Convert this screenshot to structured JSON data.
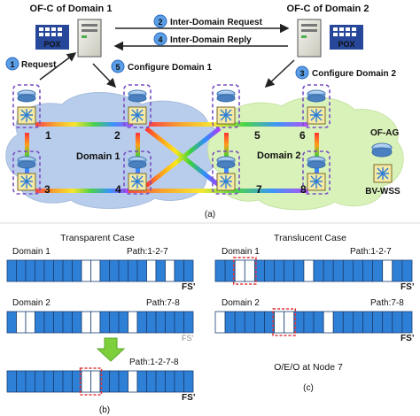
{
  "top": {
    "ofc_domain1": "OF-C of Domain 1",
    "ofc_domain2": "OF-C of Domain 2",
    "pox_logo": "POX",
    "steps": [
      {
        "num": "1",
        "label": "Request"
      },
      {
        "num": "2",
        "label": "Inter-Domain Request"
      },
      {
        "num": "3",
        "label": "Configure Domain 2"
      },
      {
        "num": "4",
        "label": "Inter-Domain Reply"
      },
      {
        "num": "5",
        "label": "Configure Domain 1"
      }
    ],
    "domain1_label": "Domain 1",
    "domain2_label": "Domain 2",
    "nodes": [
      "1",
      "2",
      "3",
      "4",
      "5",
      "6",
      "7",
      "8"
    ],
    "legend_ofag": "OF-AG",
    "legend_bvwss": "BV-WSS",
    "caption_a": "(a)"
  },
  "transparent": {
    "title": "Transparent Case",
    "domain1": "Domain 1",
    "path1": "Path:1-2-7",
    "fs1": "FS’",
    "domain2": "Domain 2",
    "path2": "Path:7-8",
    "fs2": "FS’",
    "path3": "Path:1-2-7-8",
    "fs3": "FS’",
    "caption": "(b)"
  },
  "translucent": {
    "title": "Translucent Case",
    "domain1": "Domain 1",
    "path1": "Path:1-2-7",
    "fs1": "FS’",
    "domain2": "Domain 2",
    "path2": "Path:7-8",
    "fs2": "FS’",
    "oeo": "O/E/O at Node 7",
    "caption": "(c)"
  },
  "colors": {
    "slot_blue": "#2e7fd6",
    "slot_border": "#1a3f73",
    "step_circle": "#5b9ee6",
    "cloud_domain1": "#b8cdeb",
    "cloud_domain2": "#d9f2b9",
    "dashed_red": "#e0353a",
    "dashed_node": "#7a4fc4",
    "arrow_green": "#7dcf3b",
    "pox_blue": "#27489a"
  }
}
